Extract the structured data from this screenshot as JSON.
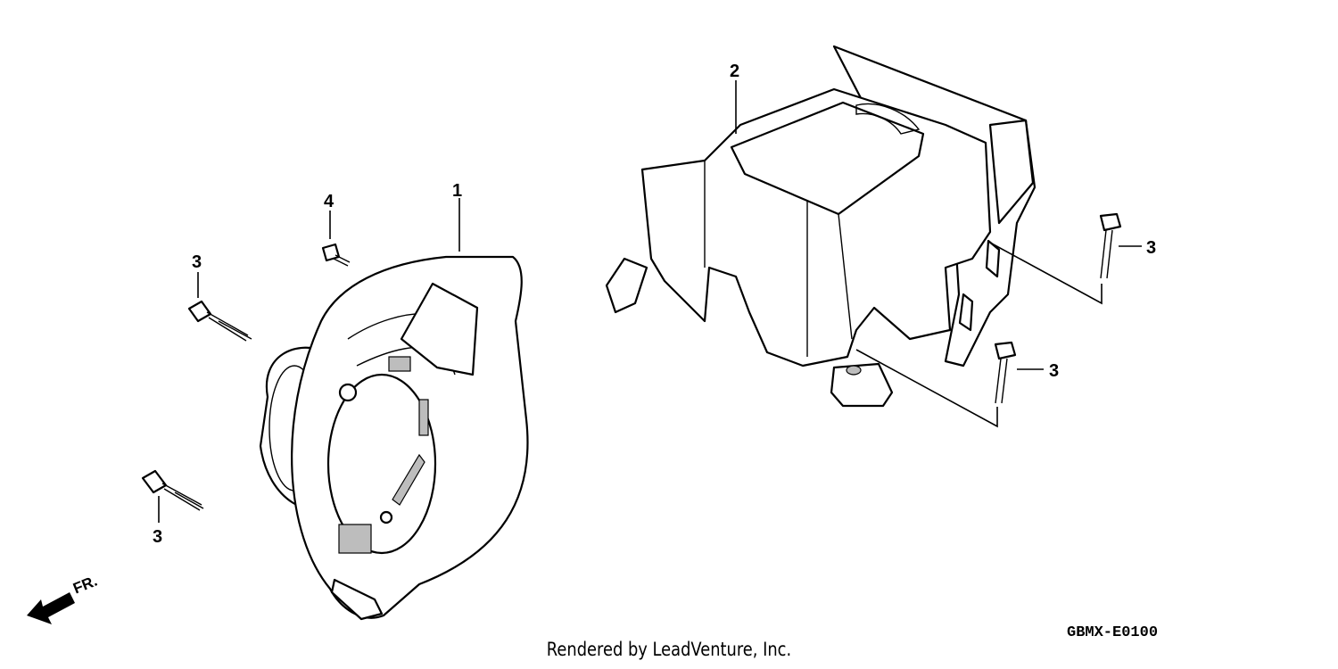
{
  "callouts": {
    "fan_cover": "1",
    "shroud": "2",
    "bolt_top_left": "3",
    "bolt_bottom_left": "3",
    "bolt_right_upper": "3",
    "bolt_right_lower": "3",
    "screw": "4"
  },
  "direction_label": "FR.",
  "diagram_code": "GBMX-E0100",
  "credit": "Rendered by LeadVenture, Inc."
}
